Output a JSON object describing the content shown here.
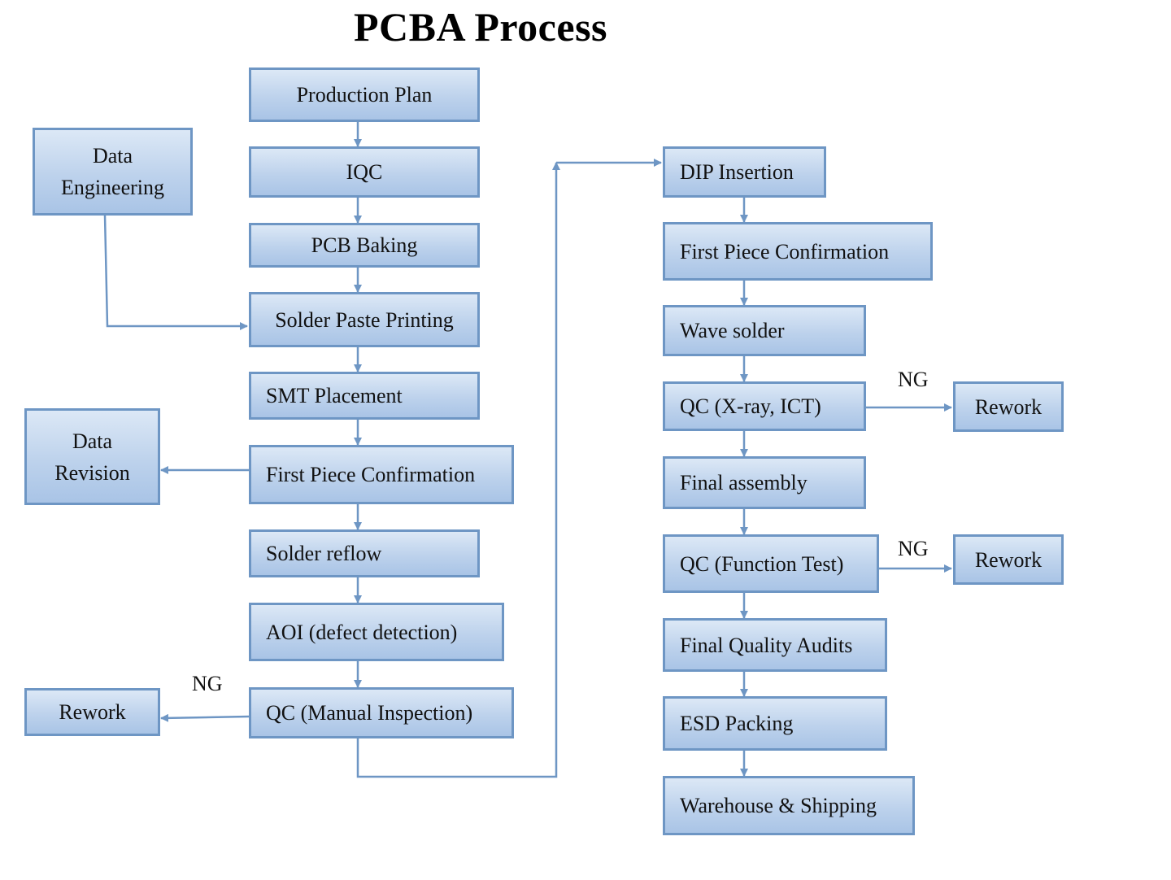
{
  "title": "PCBA Process",
  "colors": {
    "box_border": "#6e96c4",
    "box_fill_top": "#dce8f6",
    "box_fill_bottom": "#a9c4e6",
    "connector": "#6e96c4"
  },
  "steps": {
    "production_plan": "Production Plan",
    "iqc": "IQC",
    "pcb_baking": "PCB Baking",
    "solder_paste_printing": "Solder Paste Printing",
    "smt_placement": "SMT Placement",
    "first_piece_confirmation_1": "First Piece Confirmation",
    "solder_reflow": "Solder reflow",
    "aoi": "AOI (defect detection)",
    "qc_manual": "QC (Manual Inspection)",
    "dip_insertion": "DIP Insertion",
    "first_piece_confirmation_2": "First Piece Confirmation",
    "wave_solder": "Wave solder",
    "qc_xray": "QC (X-ray, ICT)",
    "final_assembly": "Final assembly",
    "qc_function": "QC (Function Test)",
    "final_quality_audits": "Final Quality Audits",
    "esd_packing": "ESD Packing",
    "warehouse_shipping": "Warehouse & Shipping"
  },
  "side_boxes": {
    "data_engineering": [
      "Data",
      "Engineering"
    ],
    "data_revision": [
      "Data",
      "Revision"
    ],
    "rework_left": "Rework",
    "rework_xray": "Rework",
    "rework_function": "Rework"
  },
  "labels": {
    "ng": "NG"
  }
}
